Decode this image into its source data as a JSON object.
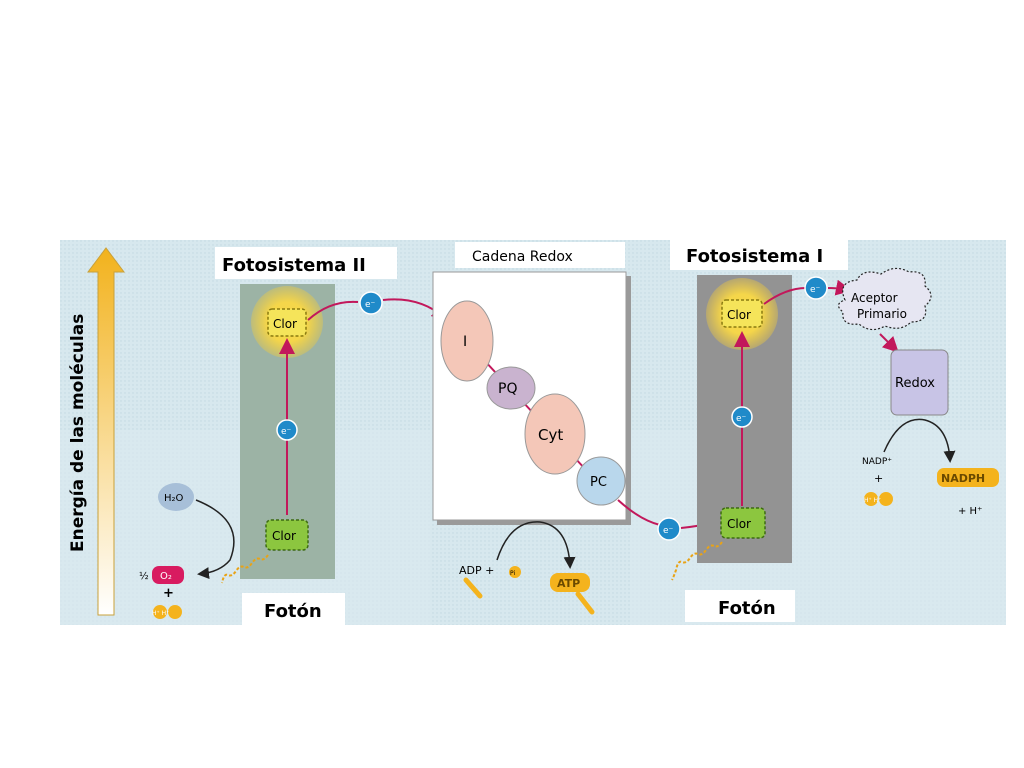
{
  "labels": {
    "energy_axis": "Energía de las moléculas",
    "ps2": "Fotosistema II",
    "redox_chain": "Cadena Redox",
    "ps1": "Fotosistema I",
    "photon_1": "Fotón",
    "photon_2": "Fotón"
  },
  "ps2": {
    "clor_top": "Clor",
    "clor_bottom": "Clor",
    "electron": "e⁻",
    "water": "H₂O",
    "half": "½",
    "oxygen": "O₂",
    "plus": "+",
    "protons": "H⁺ H⁺"
  },
  "chain": {
    "complex_1": "I",
    "pq": "PQ",
    "cyt": "Cyt",
    "pc": "PC",
    "adp": "ADP +",
    "pi": "Pi",
    "atp": "ATP"
  },
  "ps1": {
    "clor_top": "Clor",
    "clor_bottom": "Clor",
    "electron": "e⁻",
    "acceptor_line1": "Aceptor",
    "acceptor_line2": "Primario",
    "redox": "Redox",
    "nadp": "NADP⁺",
    "plus": "+",
    "h_pair": "H⁺ H⁺",
    "nadph": "NADPH",
    "plus_h": "+ H⁺"
  },
  "electrons": {
    "e1": "e⁻",
    "e2": "e⁻",
    "e3": "e⁻"
  },
  "colors": {
    "panel_bg": "#d6e8ef",
    "ps_column": "#8fa89a",
    "ps1_column": "#8a8a8a",
    "chlorophyll_glow": "#f2c11a",
    "chlorophyll_center": "#f5e45a",
    "chlorophyll_low": "#8cc63f",
    "electron": "#1f8ac9",
    "arrow": "#c2185b",
    "oval_pink": "#f4c7b8",
    "oval_purple": "#c9b3cf",
    "oval_blue": "#b9d7ec",
    "redox_box": "#c8c4e6",
    "atp": "#f4b31d"
  }
}
